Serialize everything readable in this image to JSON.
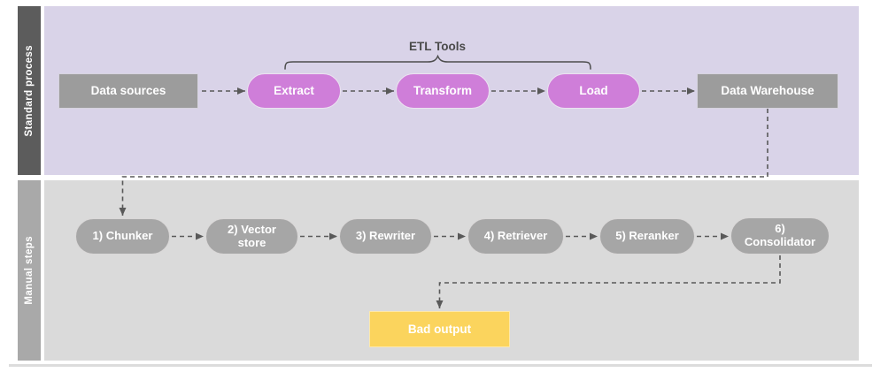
{
  "lanes": [
    {
      "label": "Standard process",
      "annotation": "ETL Tools",
      "nodes": {
        "data_sources": "Data sources",
        "extract": "Extract",
        "transform": "Transform",
        "load": "Load",
        "data_warehouse": "Data Warehouse"
      }
    },
    {
      "label": "Manual steps",
      "nodes": {
        "chunker": "1) Chunker",
        "vector_store": "2) Vector store",
        "rewriter": "3) Rewriter",
        "retriever": "4) Retriever",
        "reranker": "5) Reranker",
        "consolidator": "6) Consolidator",
        "bad_output": "Bad output"
      }
    }
  ],
  "colors": {
    "standard_lane_bg": "#d9d3e8",
    "standard_lane_bar": "#5c5c5c",
    "manual_lane_bg": "#dadada",
    "manual_lane_bar": "#a9a9a9",
    "gray_node": "#9c9c9c",
    "pink_node": "#cf7ed9",
    "gray_pill": "#a6a6a6",
    "yellow_node": "#fbd45d",
    "connector": "#595959"
  }
}
